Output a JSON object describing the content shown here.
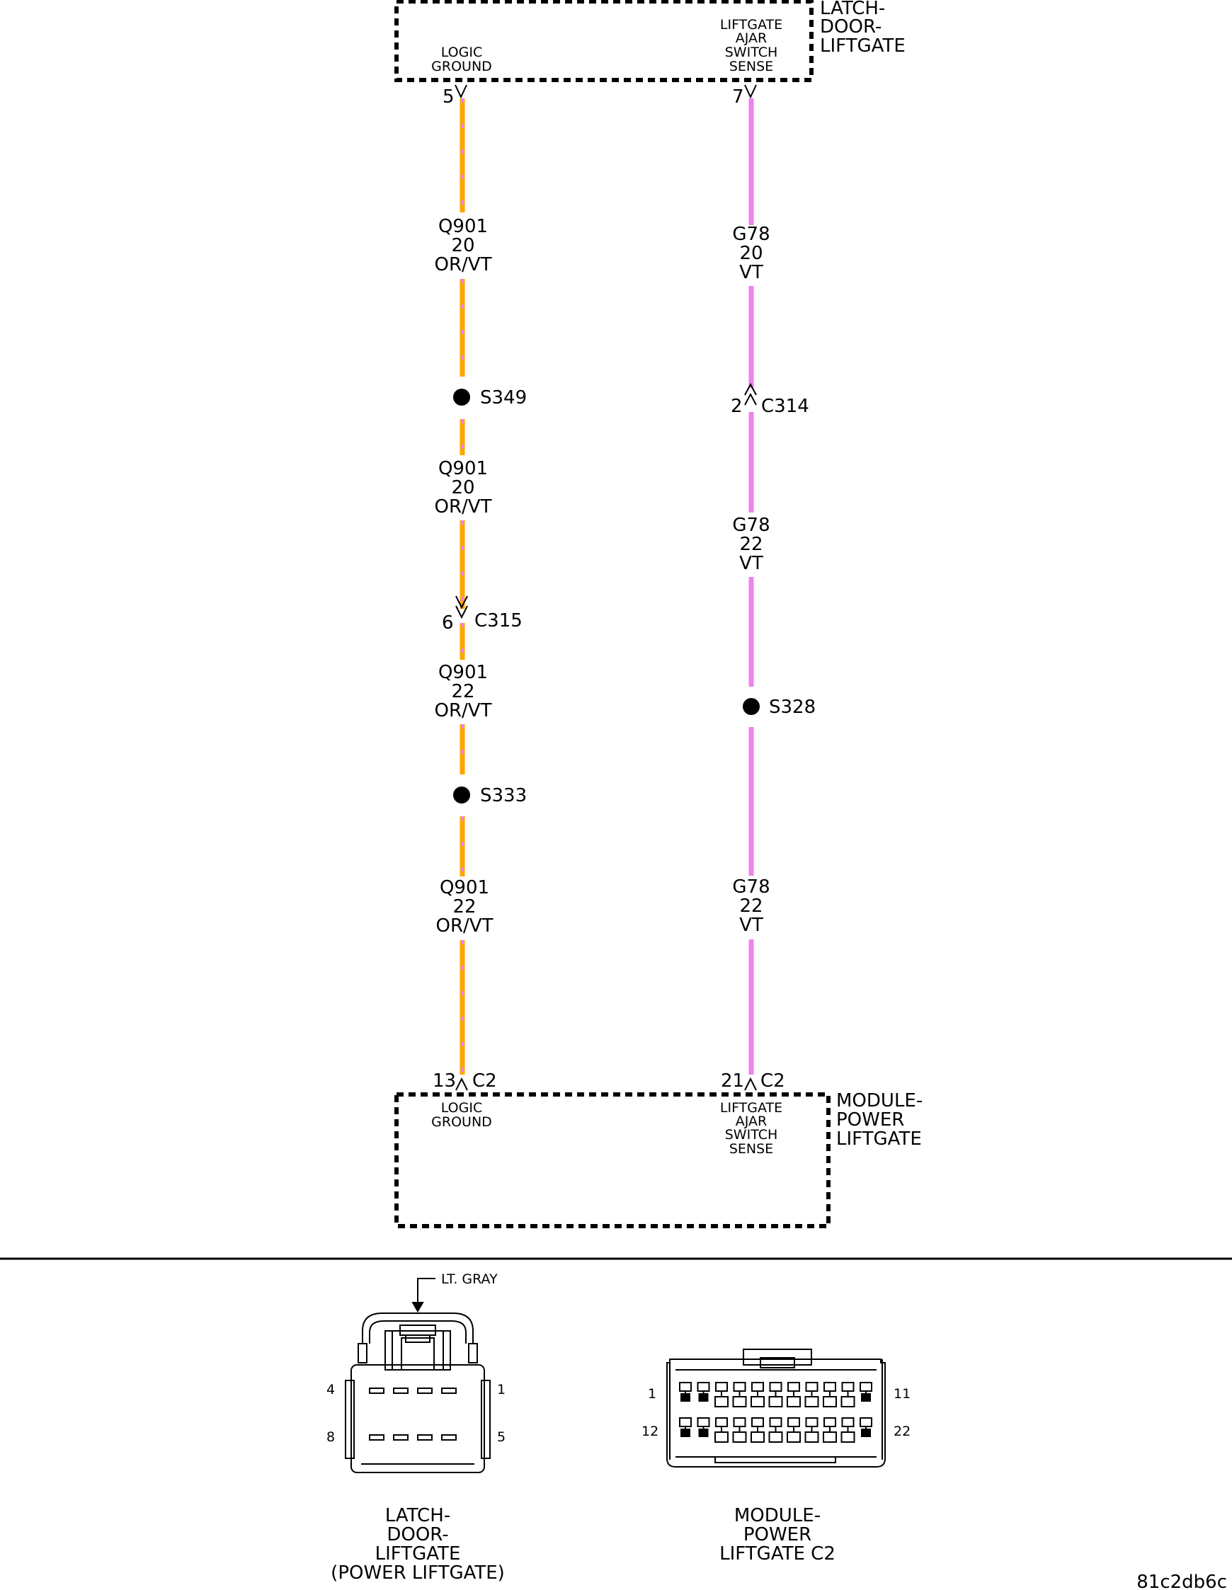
{
  "colors": {
    "orange": "#FFA500",
    "violet": "#EE82EE",
    "ink": "#000000"
  },
  "components": {
    "latch": {
      "name_lines": [
        "LATCH-",
        "DOOR-",
        "LIFTGATE"
      ],
      "pins": [
        {
          "id": "logic_ground",
          "label_lines": [
            "LOGIC",
            "GROUND"
          ],
          "pin": "5"
        },
        {
          "id": "ajar_sense",
          "label_lines": [
            "LIFTGATE",
            "AJAR",
            "SWITCH",
            "SENSE"
          ],
          "pin": "7"
        }
      ]
    },
    "module": {
      "name_lines": [
        "MODULE-",
        "POWER",
        "LIFTGATE"
      ],
      "pins": [
        {
          "id": "logic_ground",
          "label_lines": [
            "LOGIC",
            "GROUND"
          ],
          "pin": "13",
          "connector": "C2"
        },
        {
          "id": "ajar_sense",
          "label_lines": [
            "LIFTGATE",
            "AJAR",
            "SWITCH",
            "SENSE"
          ],
          "pin": "21",
          "connector": "C2"
        }
      ]
    }
  },
  "circuit_left": {
    "wire_labels": [
      {
        "circuit": "Q901",
        "gauge": "20",
        "color": "OR/VT"
      },
      {
        "circuit": "Q901",
        "gauge": "20",
        "color": "OR/VT"
      },
      {
        "circuit": "Q901",
        "gauge": "22",
        "color": "OR/VT"
      },
      {
        "circuit": "Q901",
        "gauge": "22",
        "color": "OR/VT"
      }
    ],
    "splices": [
      "S349",
      "S333"
    ],
    "inline_connector": {
      "pin": "6",
      "name": "C315"
    }
  },
  "circuit_right": {
    "wire_labels": [
      {
        "circuit": "G78",
        "gauge": "20",
        "color": "VT"
      },
      {
        "circuit": "G78",
        "gauge": "22",
        "color": "VT"
      },
      {
        "circuit": "G78",
        "gauge": "22",
        "color": "VT"
      }
    ],
    "splices": [
      "S328"
    ],
    "inline_connector": {
      "pin": "2",
      "name": "C314"
    }
  },
  "connector_views": {
    "latch": {
      "color_callout": "LT. GRAY",
      "pin_labels": {
        "top_left": "4",
        "top_right": "1",
        "bottom_left": "8",
        "bottom_right": "5"
      },
      "caption_lines": [
        "LATCH-",
        "DOOR-",
        "LIFTGATE",
        "(POWER LIFTGATE)"
      ]
    },
    "module": {
      "pin_labels": {
        "top_left": "1",
        "top_right": "11",
        "bottom_left": "12",
        "bottom_right": "22"
      },
      "caption_lines": [
        "MODULE-",
        "POWER",
        "LIFTGATE C2"
      ]
    }
  },
  "figure_code": "81c2db6c"
}
